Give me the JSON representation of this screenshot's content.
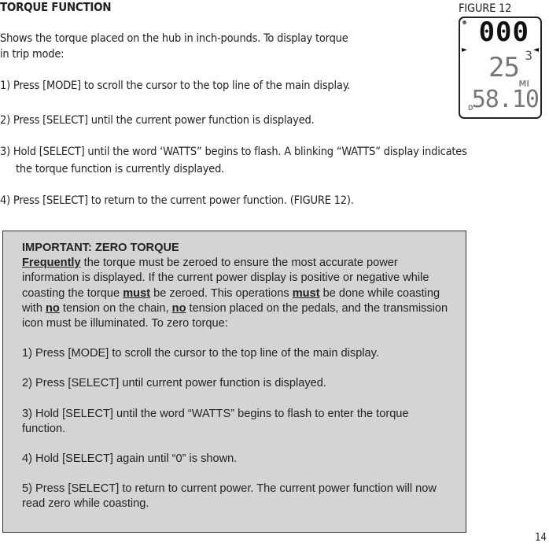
{
  "heading": "TORQUE FUNCTION",
  "intro": {
    "line1": "Shows the torque placed on the hub in inch-pounds. To display torque",
    "line2": "in trip mode:"
  },
  "steps": [
    "1) Press [MODE] to scroll the cursor to the top line of the main display.",
    "2) Press [SELECT] until the current power function is displayed.",
    "3) Hold [SELECT] until the word ‘WATTS” begins to flash.  A blinking “WATTS” display indicates",
    "the torque function is currently displayed.",
    "4) Press [SELECT] to return to the current power function. (FIGURE 12)."
  ],
  "figure": {
    "label": "FIGURE 12",
    "display_top": "000",
    "display_small": "3",
    "display_mid": "25",
    "display_unit": "MI",
    "display_bottom": "58.10",
    "display_corner": "D",
    "arrow_left": "►",
    "arrow_right": "◄"
  },
  "important": {
    "title": "IMPORTANT: ZERO TORQUE",
    "p1": {
      "w_frequently": "Frequently",
      "t1": " the torque must be zeroed to ensure the most accurate power information is displayed.  If the current power display is positive or negative while coasting the torque ",
      "w_must1": "must",
      "t2": " be zeroed.  This operations ",
      "w_must2": "must",
      "t3": " be done while coasting with ",
      "w_no1": "no",
      "t4": " tension on the chain, ",
      "w_no2": "no",
      "t5": " tension placed on the pedals, and the transmission icon must be illuminated. To zero torque:"
    },
    "steps": [
      "1) Press [MODE] to scroll the cursor to the top line of the main display.",
      "2) Press [SELECT] until current power function is displayed.",
      "3) Hold [SELECT] until the word “WATTS” begins to flash to enter the torque function.",
      "4) Hold [SELECT] again until “0” is shown.",
      "5) Press [SELECT] to return to current power.  The current power function will now read zero while coasting."
    ]
  },
  "page_number": "14"
}
